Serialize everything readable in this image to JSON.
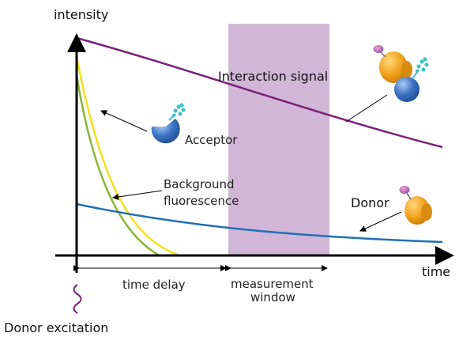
{
  "axes": {
    "y_label": "intensity",
    "x_label": "time"
  },
  "labels": {
    "interaction_signal": "Interaction signal",
    "acceptor": "Acceptor",
    "background_line1": "Background",
    "background_line2": "fluorescence",
    "donor": "Donor",
    "time_delay": "time delay",
    "measurement_line1": "measurement",
    "measurement_line2": "window",
    "donor_excitation": "Donor excitation"
  },
  "colors": {
    "axis": "#000000",
    "interaction_signal": "#7b1e78",
    "acceptor_decay": "#f4e11c",
    "background_decay": "#8db43a",
    "donor_decay": "#1f6fb5",
    "measurement_window": "#d2b6d8",
    "excitation_wave": "#7b1e78",
    "donor_protein": "#f0a21b",
    "acceptor_protein": "#3b73c4",
    "acceptor_fluor": "#3cbfc0",
    "donor_tag": "#e2338e"
  },
  "icons": {
    "donor_molecule": "donor-molecule-icon",
    "acceptor_molecule": "acceptor-molecule-icon",
    "complex": "donor-acceptor-complex-icon",
    "excitation": "excitation-wave-icon"
  }
}
